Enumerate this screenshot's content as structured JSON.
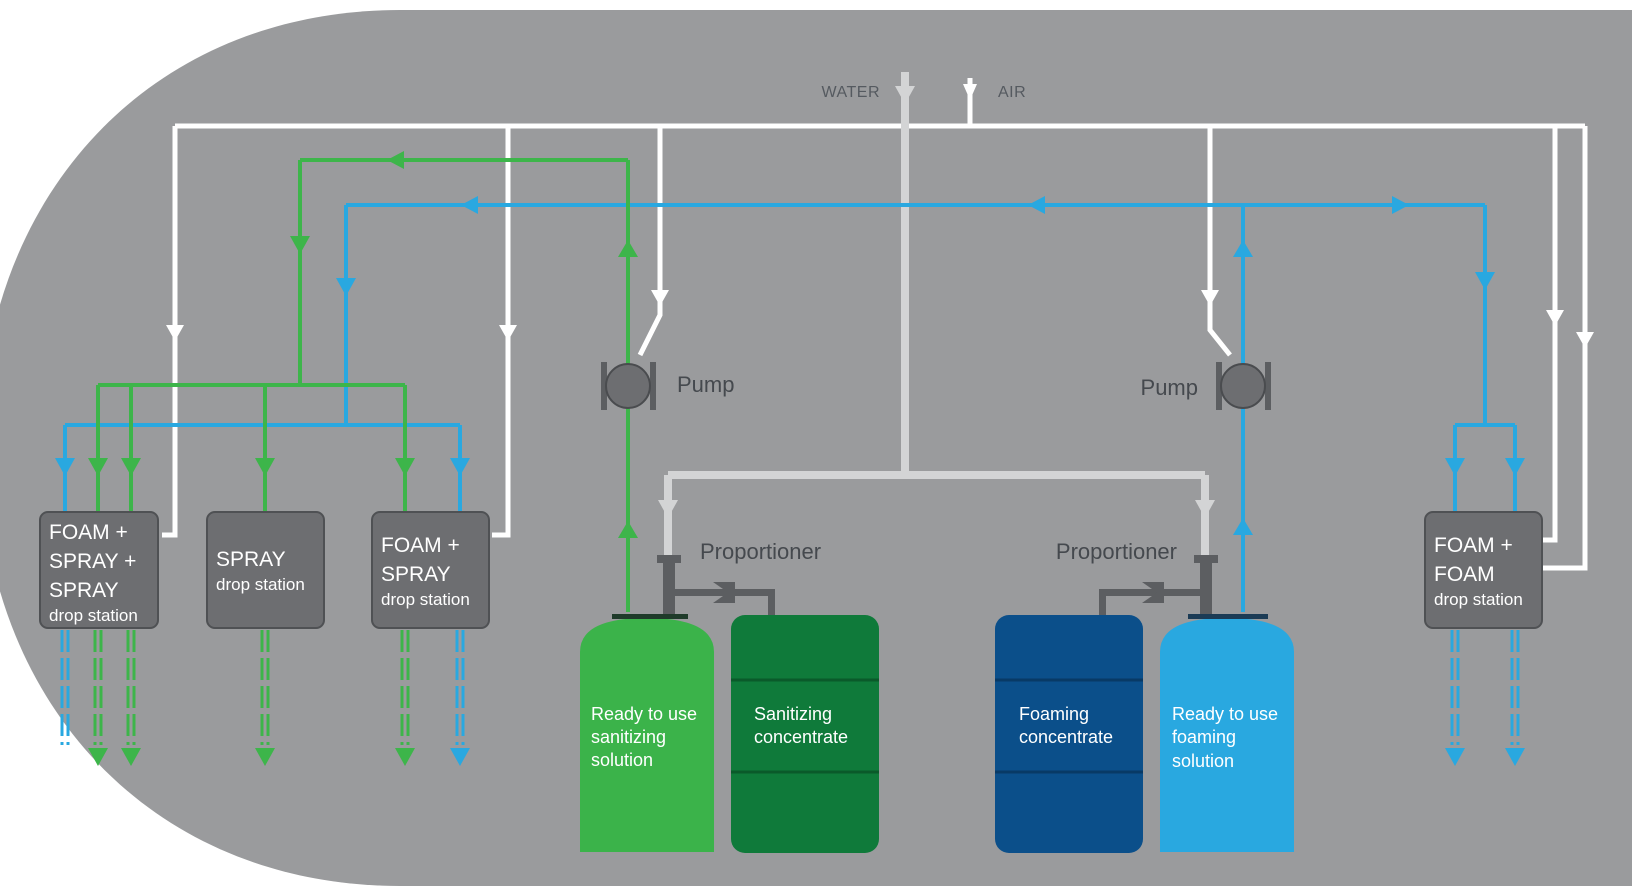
{
  "inlets": {
    "water": "WATER",
    "air": "AIR"
  },
  "pumps": {
    "left": "Pump",
    "right": "Pump"
  },
  "proportioners": {
    "left": "Proportioner",
    "right": "Proportioner"
  },
  "stations": {
    "s1": {
      "lines": [
        "FOAM +",
        "SPRAY +",
        "SPRAY"
      ],
      "sub": "drop station"
    },
    "s2": {
      "lines": [
        "SPRAY"
      ],
      "sub": "drop station"
    },
    "s3": {
      "lines": [
        "FOAM +",
        "SPRAY"
      ],
      "sub": "drop station"
    },
    "s4": {
      "lines": [
        "FOAM +",
        "FOAM"
      ],
      "sub": "drop station"
    }
  },
  "tanks": {
    "rtu_sanitizing": {
      "lines": [
        "Ready to use",
        "sanitizing",
        "solution"
      ]
    },
    "sanitizing_concentrate": {
      "lines": [
        "Sanitizing",
        "concentrate"
      ]
    },
    "foaming_concentrate": {
      "lines": [
        "Foaming",
        "concentrate"
      ]
    },
    "rtu_foaming": {
      "lines": [
        "Ready to use",
        "foaming",
        "solution"
      ]
    }
  },
  "colors": {
    "background": "#9a9b9d",
    "water_air_line": "#ffffff",
    "water_line": "#d3d4d5",
    "sanitizer_line": "#3db54a",
    "foam_line": "#29a8e0",
    "station_fill": "#6d6e71",
    "rtu_sanitizing_tank": "#3bb34a",
    "sanitizing_concentrate_drum": "#0f7a3a",
    "foaming_concentrate_drum": "#0b4f8a",
    "rtu_foaming_tank": "#29a8e0"
  }
}
